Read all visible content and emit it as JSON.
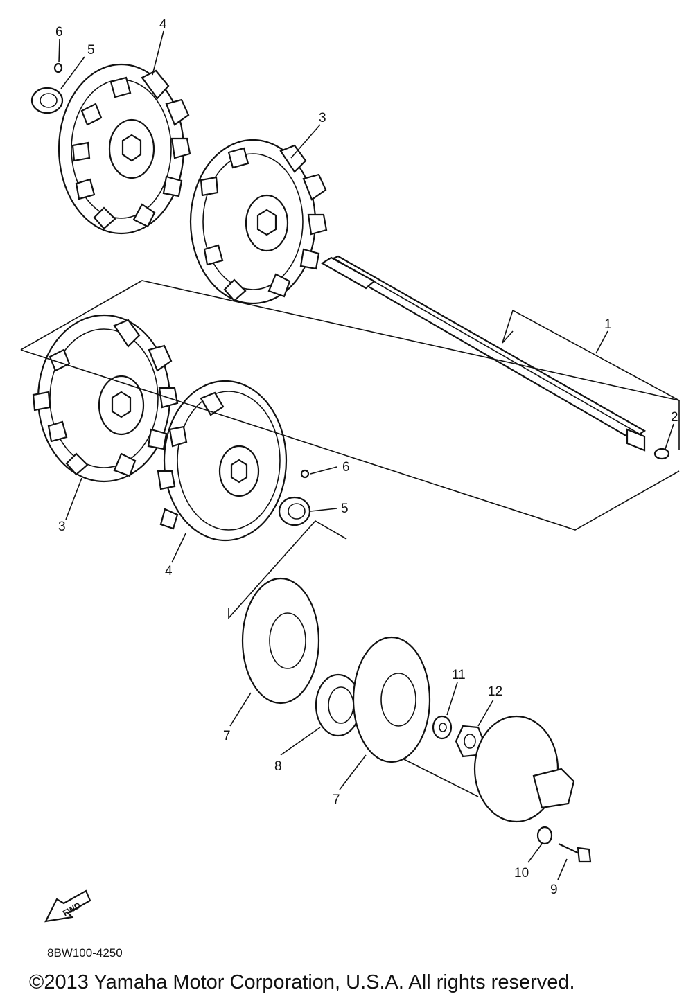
{
  "diagram": {
    "callouts": [
      "1",
      "2",
      "3",
      "3",
      "4",
      "4",
      "5",
      "5",
      "6",
      "6",
      "7",
      "7",
      "8",
      "9",
      "10",
      "11",
      "12"
    ],
    "fwd_label": "FWD",
    "part_code": "8BW100-4250",
    "copyright": "©2013 Yamaha Motor Corporation, U.S.A. All rights reserved."
  }
}
